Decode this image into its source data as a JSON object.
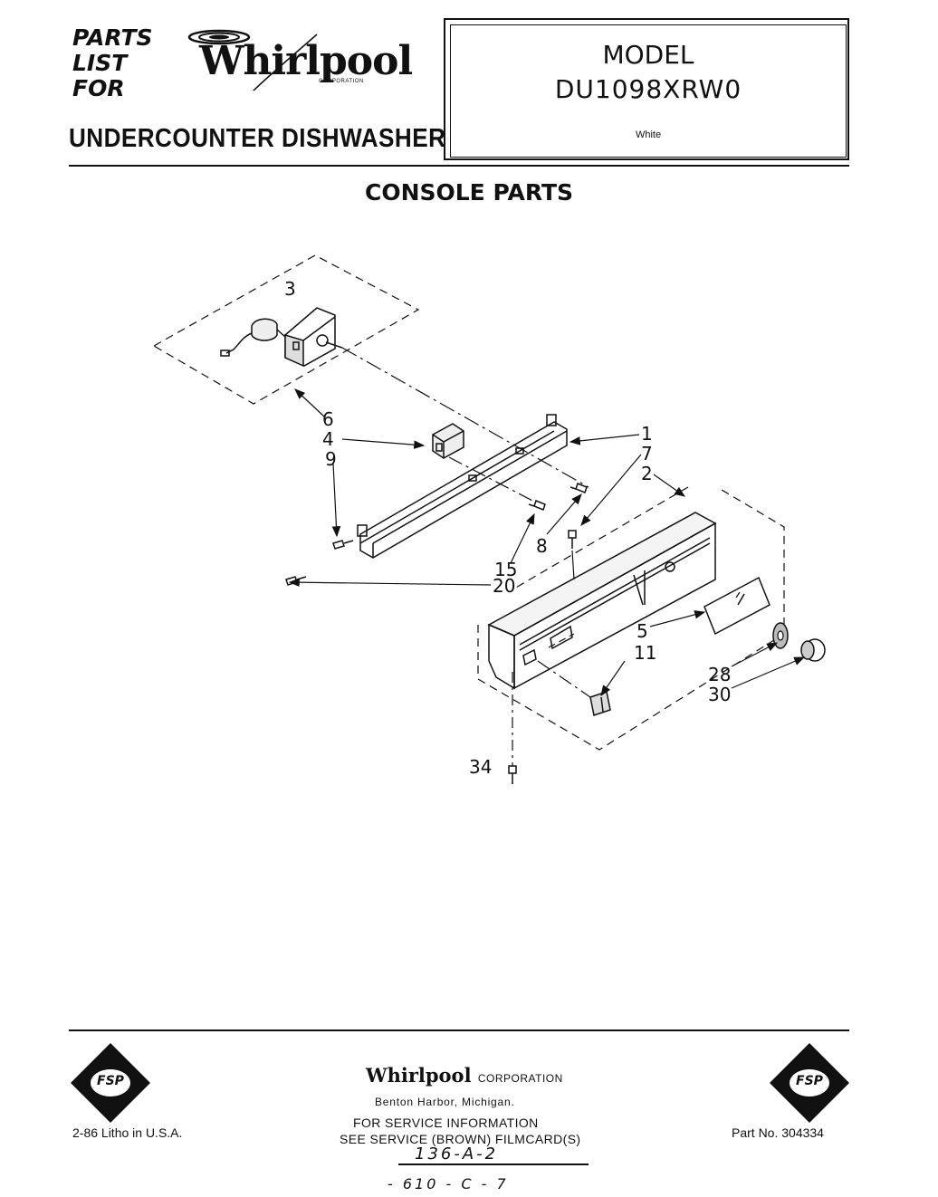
{
  "header": {
    "parts_list_lines": [
      "PARTS",
      "LIST",
      "FOR"
    ],
    "brand": "Whirlpool",
    "brand_corp": "CORPORATION",
    "product": "UNDERCOUNTER DISHWASHER"
  },
  "model_box": {
    "label": "MODEL",
    "number": "DU1098XRW0",
    "color": "White"
  },
  "section_title": "CONSOLE PARTS",
  "callouts": [
    "3",
    "6",
    "4",
    "9",
    "1",
    "7",
    "2",
    "15",
    "8",
    "20",
    "5",
    "11",
    "28",
    "30",
    "34"
  ],
  "footer": {
    "fsp_label": "FSP",
    "litho": "2-86 Litho in U.S.A.",
    "part_no": "Part No. 304334",
    "corp_name": "Whirlpool",
    "corp_word": "CORPORATION",
    "corp_city": "Benton Harbor, Michigan.",
    "service_line1": "FOR SERVICE INFORMATION",
    "service_line2": "SEE SERVICE (BROWN) FILMCARD(S)",
    "filmcard1": "136-A-2",
    "filmcard2": "- 610 - C - 7"
  }
}
